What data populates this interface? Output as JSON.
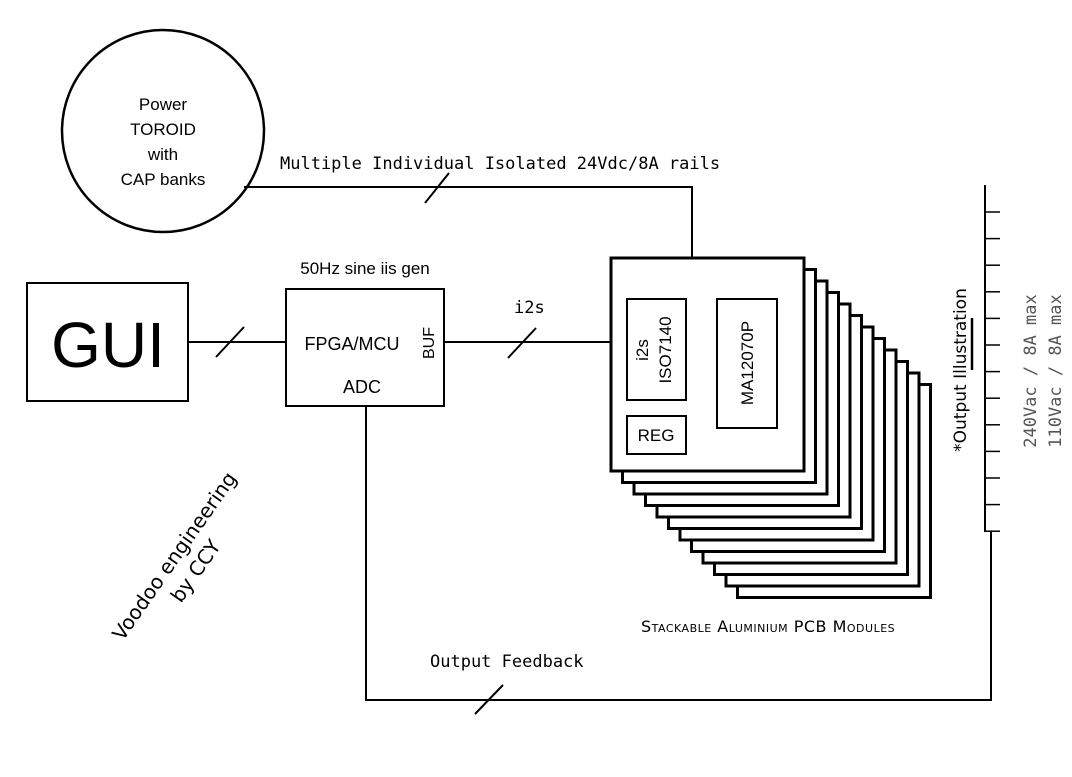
{
  "toroid": {
    "lines": [
      "Power",
      "TOROID",
      "with",
      "CAP banks"
    ]
  },
  "rails_label": "Multiple Individual Isolated 24Vdc/8A rails",
  "gui": {
    "label": "GUI"
  },
  "fpga": {
    "title": "50Hz sine iis gen",
    "label": "FPGA/MCU",
    "adc": "ADC",
    "buf": "BUF"
  },
  "i2s_label": "i2s",
  "module": {
    "isolator_lines": [
      "i2s",
      "ISO7140"
    ],
    "amp": "MA12070P",
    "reg": "REG",
    "stack_count": 12
  },
  "stack_label": "Stackable Aluminium PCB Modules",
  "output": {
    "illustration": "*Output Illustration",
    "rating_240": "240Vac / 8A max",
    "rating_110": "110Vac / 8A max"
  },
  "feedback_label": "Output Feedback",
  "signature": {
    "line1": "Voodoo engineering",
    "line2": "by CCY"
  }
}
